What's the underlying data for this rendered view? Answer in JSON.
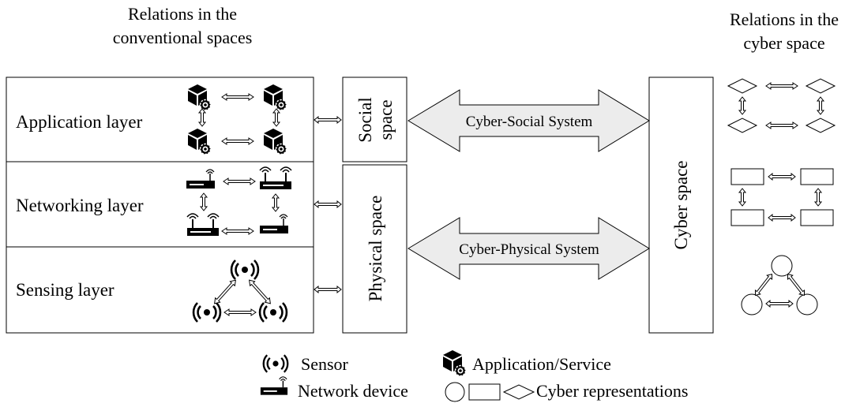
{
  "headings": {
    "conventional_line1": "Relations in the",
    "conventional_line2": "conventional spaces",
    "cyber_line1": "Relations in the",
    "cyber_line2": "cyber space"
  },
  "layers": {
    "application": "Application layer",
    "networking": "Networking layer",
    "sensing": "Sensing layer"
  },
  "spaces": {
    "social_line1": "Social",
    "social_line2": "space",
    "physical": "Physical space",
    "cyber": "Cyber space"
  },
  "systems": {
    "cyber_social": "Cyber-Social System",
    "cyber_physical": "Cyber-Physical System"
  },
  "legend": {
    "sensor": "Sensor",
    "application": "Application/Service",
    "network": "Network device",
    "cyber_reps": "Cyber representations"
  },
  "icons": {
    "sensor": "sensor-wave-icon",
    "application": "cube-gear-icon",
    "network": "router-icon",
    "arrow": "double-arrow-icon"
  }
}
